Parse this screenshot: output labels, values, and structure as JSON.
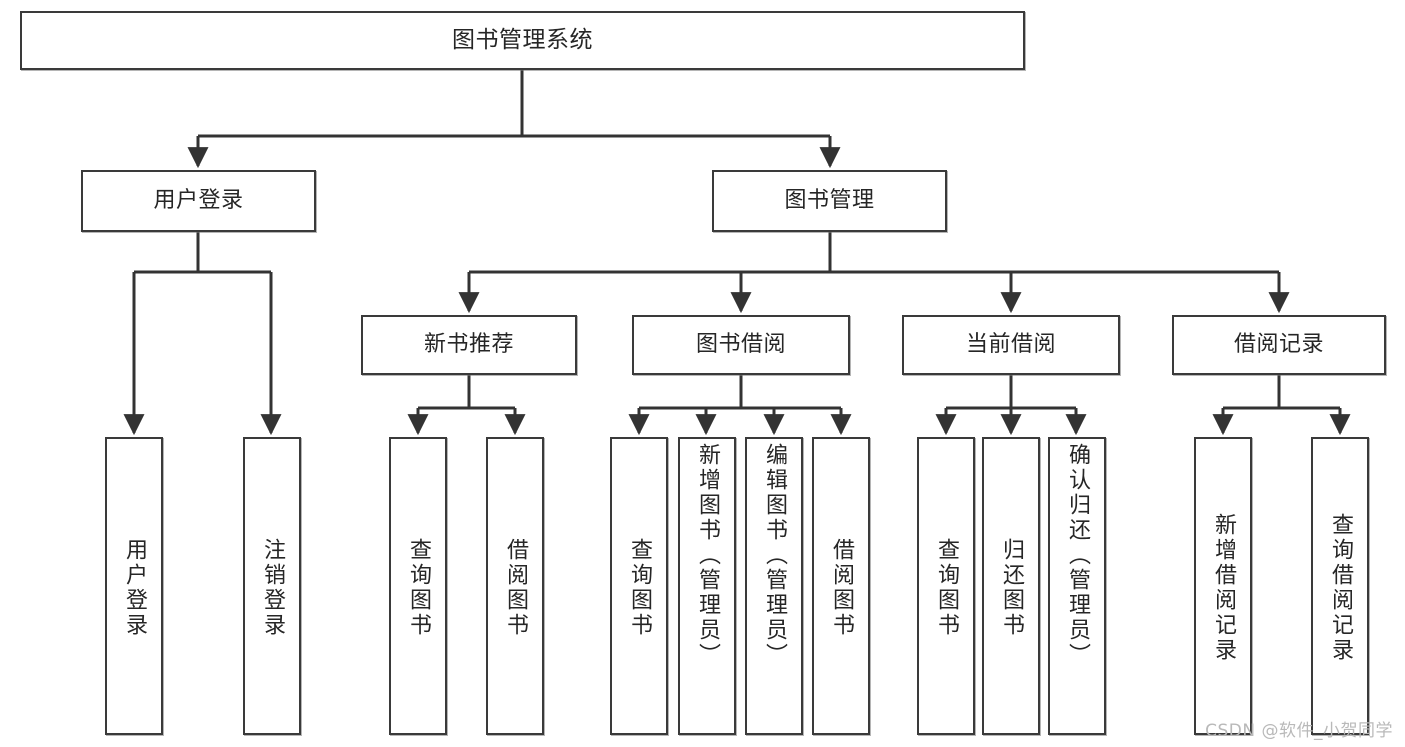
{
  "diagram": {
    "type": "tree-hierarchy",
    "title": "图书管理系统",
    "orientation": "top-down",
    "colors": {
      "node_border": "#3a3a3a",
      "node_fill": "#ffffff",
      "edge": "#333333",
      "text": "#262626",
      "watermark": "#b9b9b9"
    },
    "root": {
      "id": "root",
      "label": "图书管理系统"
    },
    "level1": [
      {
        "id": "user-login",
        "label": "用户登录"
      },
      {
        "id": "book-manage",
        "label": "图书管理"
      }
    ],
    "level2": [
      {
        "id": "new-book-recommend",
        "label": "新书推荐",
        "parent": "book-manage"
      },
      {
        "id": "book-borrow",
        "label": "图书借阅",
        "parent": "book-manage"
      },
      {
        "id": "current-borrow",
        "label": "当前借阅",
        "parent": "book-manage"
      },
      {
        "id": "borrow-record",
        "label": "借阅记录",
        "parent": "book-manage"
      }
    ],
    "leaves": {
      "user-login": [
        {
          "id": "leaf-user-login",
          "label": "用户登录"
        },
        {
          "id": "leaf-user-logout",
          "label": "注销登录"
        }
      ],
      "new-book-recommend": [
        {
          "id": "leaf-query-book-1",
          "label": "查询图书"
        },
        {
          "id": "leaf-borrow-book-1",
          "label": "借阅图书"
        }
      ],
      "book-borrow": [
        {
          "id": "leaf-query-book-2",
          "label": "查询图书"
        },
        {
          "id": "leaf-add-book",
          "label": "新增图书（管理员）"
        },
        {
          "id": "leaf-edit-book",
          "label": "编辑图书（管理员）"
        },
        {
          "id": "leaf-borrow-book-2",
          "label": "借阅图书"
        }
      ],
      "current-borrow": [
        {
          "id": "leaf-query-book-3",
          "label": "查询图书"
        },
        {
          "id": "leaf-return-book",
          "label": "归还图书"
        },
        {
          "id": "leaf-confirm-return",
          "label": "确认归还（管理员）"
        }
      ],
      "borrow-record": [
        {
          "id": "leaf-add-record",
          "label": "新增借阅记录"
        },
        {
          "id": "leaf-query-record",
          "label": "查询借阅记录"
        }
      ]
    }
  },
  "watermark": {
    "text": "CSDN @软件_小贺同学"
  }
}
